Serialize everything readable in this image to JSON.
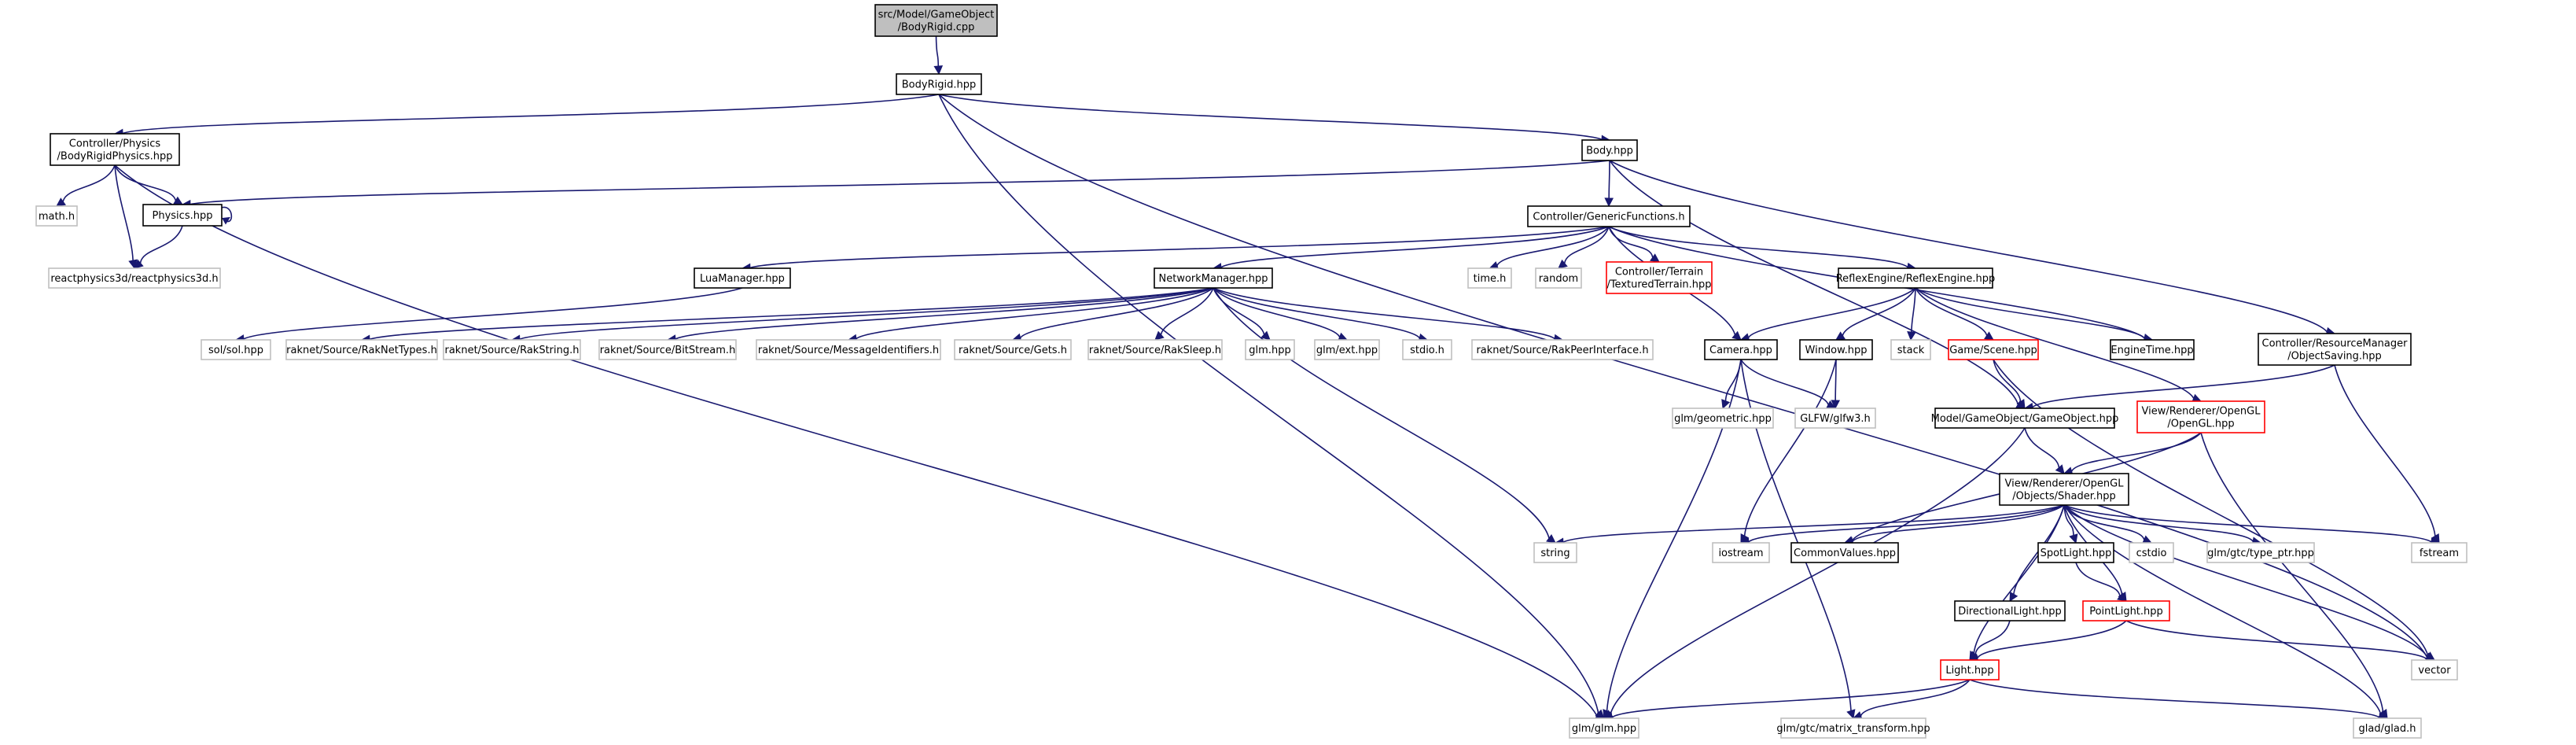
{
  "graph": {
    "root": "root",
    "nodes": [
      {
        "id": "root",
        "kind": "root",
        "lines": [
          "src/Model/GameObject",
          "/BodyRigid.cpp"
        ]
      },
      {
        "id": "bodyrigid_hpp",
        "kind": "normal",
        "lines": [
          "BodyRigid.hpp"
        ]
      },
      {
        "id": "bodyrigidphysics",
        "kind": "normal",
        "lines": [
          "Controller/Physics",
          "/BodyRigidPhysics.hpp"
        ]
      },
      {
        "id": "body_hpp",
        "kind": "normal",
        "lines": [
          "Body.hpp"
        ]
      },
      {
        "id": "math_h",
        "kind": "gray",
        "lines": [
          "math.h"
        ]
      },
      {
        "id": "physics_hpp",
        "kind": "normal",
        "lines": [
          "Physics.hpp"
        ]
      },
      {
        "id": "reactphysics3d",
        "kind": "gray",
        "lines": [
          "reactphysics3d/reactphysics3d.h"
        ]
      },
      {
        "id": "genericfunctions",
        "kind": "normal",
        "lines": [
          "Controller/GenericFunctions.h"
        ]
      },
      {
        "id": "luamanager",
        "kind": "normal",
        "lines": [
          "LuaManager.hpp"
        ]
      },
      {
        "id": "networkmanager",
        "kind": "normal",
        "lines": [
          "NetworkManager.hpp"
        ]
      },
      {
        "id": "time_h",
        "kind": "gray",
        "lines": [
          "time.h"
        ]
      },
      {
        "id": "random",
        "kind": "gray",
        "lines": [
          "random"
        ]
      },
      {
        "id": "texturedterrain",
        "kind": "red",
        "lines": [
          "Controller/Terrain",
          "/TexturedTerrain.hpp"
        ]
      },
      {
        "id": "reflexengine",
        "kind": "normal",
        "lines": [
          "ReflexEngine/ReflexEngine.hpp"
        ]
      },
      {
        "id": "objectsaving",
        "kind": "normal",
        "lines": [
          "Controller/ResourceManager",
          "/ObjectSaving.hpp"
        ]
      },
      {
        "id": "sol_hpp",
        "kind": "gray",
        "lines": [
          "sol/sol.hpp"
        ]
      },
      {
        "id": "raknettypes",
        "kind": "gray",
        "lines": [
          "raknet/Source/RakNetTypes.h"
        ]
      },
      {
        "id": "rakstring",
        "kind": "gray",
        "lines": [
          "raknet/Source/RakString.h"
        ]
      },
      {
        "id": "bitstream",
        "kind": "gray",
        "lines": [
          "raknet/Source/BitStream.h"
        ]
      },
      {
        "id": "messageidentifiers",
        "kind": "gray",
        "lines": [
          "raknet/Source/MessageIdentifiers.h"
        ]
      },
      {
        "id": "gets_h",
        "kind": "gray",
        "lines": [
          "raknet/Source/Gets.h"
        ]
      },
      {
        "id": "raksleep",
        "kind": "gray",
        "lines": [
          "raknet/Source/RakSleep.h"
        ]
      },
      {
        "id": "glm_hpp_short",
        "kind": "gray",
        "lines": [
          "glm.hpp"
        ]
      },
      {
        "id": "glm_ext",
        "kind": "gray",
        "lines": [
          "glm/ext.hpp"
        ]
      },
      {
        "id": "stdio_h",
        "kind": "gray",
        "lines": [
          "stdio.h"
        ]
      },
      {
        "id": "rakpeerinterface",
        "kind": "gray",
        "lines": [
          "raknet/Source/RakPeerInterface.h"
        ]
      },
      {
        "id": "camera_hpp",
        "kind": "normal",
        "lines": [
          "Camera.hpp"
        ]
      },
      {
        "id": "window_hpp",
        "kind": "normal",
        "lines": [
          "Window.hpp"
        ]
      },
      {
        "id": "stack",
        "kind": "gray",
        "lines": [
          "stack"
        ]
      },
      {
        "id": "scene_hpp",
        "kind": "red",
        "lines": [
          "Game/Scene.hpp"
        ]
      },
      {
        "id": "enginetime",
        "kind": "normal",
        "lines": [
          "EngineTime.hpp"
        ]
      },
      {
        "id": "glm_geometric",
        "kind": "gray",
        "lines": [
          "glm/geometric.hpp"
        ]
      },
      {
        "id": "glfw3",
        "kind": "gray",
        "lines": [
          "GLFW/glfw3.h"
        ]
      },
      {
        "id": "gameobject_hpp",
        "kind": "normal",
        "lines": [
          "Model/GameObject/GameObject.hpp"
        ]
      },
      {
        "id": "opengl_hpp",
        "kind": "red",
        "lines": [
          "View/Renderer/OpenGL",
          "/OpenGL.hpp"
        ]
      },
      {
        "id": "shader_hpp",
        "kind": "normal",
        "lines": [
          "View/Renderer/OpenGL",
          "/Objects/Shader.hpp"
        ]
      },
      {
        "id": "string",
        "kind": "gray",
        "lines": [
          "string"
        ]
      },
      {
        "id": "iostream",
        "kind": "gray",
        "lines": [
          "iostream"
        ]
      },
      {
        "id": "commonvalues",
        "kind": "normal",
        "lines": [
          "CommonValues.hpp"
        ]
      },
      {
        "id": "spotlight",
        "kind": "normal",
        "lines": [
          "SpotLight.hpp"
        ]
      },
      {
        "id": "cstdio",
        "kind": "gray",
        "lines": [
          "cstdio"
        ]
      },
      {
        "id": "type_ptr",
        "kind": "gray",
        "lines": [
          "glm/gtc/type_ptr.hpp"
        ]
      },
      {
        "id": "fstream",
        "kind": "gray",
        "lines": [
          "fstream"
        ]
      },
      {
        "id": "directionallight",
        "kind": "normal",
        "lines": [
          "DirectionalLight.hpp"
        ]
      },
      {
        "id": "pointlight",
        "kind": "red",
        "lines": [
          "PointLight.hpp"
        ]
      },
      {
        "id": "vector",
        "kind": "gray",
        "lines": [
          "vector"
        ]
      },
      {
        "id": "light_hpp",
        "kind": "red",
        "lines": [
          "Light.hpp"
        ]
      },
      {
        "id": "glm_glm",
        "kind": "gray",
        "lines": [
          "glm/glm.hpp"
        ]
      },
      {
        "id": "matrix_transform",
        "kind": "gray",
        "lines": [
          "glm/gtc/matrix_transform.hpp"
        ]
      },
      {
        "id": "glad",
        "kind": "gray",
        "lines": [
          "glad/glad.h"
        ]
      }
    ],
    "edges": [
      [
        "root",
        "bodyrigid_hpp"
      ],
      [
        "bodyrigid_hpp",
        "bodyrigidphysics"
      ],
      [
        "bodyrigid_hpp",
        "body_hpp"
      ],
      [
        "bodyrigid_hpp",
        "glm_glm"
      ],
      [
        "bodyrigid_hpp",
        "vector"
      ],
      [
        "bodyrigidphysics",
        "math_h"
      ],
      [
        "bodyrigidphysics",
        "physics_hpp"
      ],
      [
        "bodyrigidphysics",
        "reactphysics3d"
      ],
      [
        "bodyrigidphysics",
        "glm_glm"
      ],
      [
        "physics_hpp",
        "physics_hpp"
      ],
      [
        "physics_hpp",
        "reactphysics3d"
      ],
      [
        "body_hpp",
        "physics_hpp"
      ],
      [
        "body_hpp",
        "genericfunctions"
      ],
      [
        "body_hpp",
        "objectsaving"
      ],
      [
        "body_hpp",
        "gameobject_hpp"
      ],
      [
        "genericfunctions",
        "luamanager"
      ],
      [
        "genericfunctions",
        "networkmanager"
      ],
      [
        "genericfunctions",
        "time_h"
      ],
      [
        "genericfunctions",
        "random"
      ],
      [
        "genericfunctions",
        "texturedterrain"
      ],
      [
        "genericfunctions",
        "reflexengine"
      ],
      [
        "genericfunctions",
        "camera_hpp"
      ],
      [
        "genericfunctions",
        "enginetime"
      ],
      [
        "luamanager",
        "sol_hpp"
      ],
      [
        "networkmanager",
        "raknettypes"
      ],
      [
        "networkmanager",
        "rakstring"
      ],
      [
        "networkmanager",
        "bitstream"
      ],
      [
        "networkmanager",
        "messageidentifiers"
      ],
      [
        "networkmanager",
        "gets_h"
      ],
      [
        "networkmanager",
        "raksleep"
      ],
      [
        "networkmanager",
        "glm_hpp_short"
      ],
      [
        "networkmanager",
        "glm_ext"
      ],
      [
        "networkmanager",
        "stdio_h"
      ],
      [
        "networkmanager",
        "rakpeerinterface"
      ],
      [
        "networkmanager",
        "string"
      ],
      [
        "reflexengine",
        "camera_hpp"
      ],
      [
        "reflexengine",
        "window_hpp"
      ],
      [
        "reflexengine",
        "stack"
      ],
      [
        "reflexengine",
        "scene_hpp"
      ],
      [
        "reflexengine",
        "enginetime"
      ],
      [
        "reflexengine",
        "opengl_hpp"
      ],
      [
        "camera_hpp",
        "glm_geometric"
      ],
      [
        "camera_hpp",
        "glfw3"
      ],
      [
        "camera_hpp",
        "glm_glm"
      ],
      [
        "camera_hpp",
        "matrix_transform"
      ],
      [
        "window_hpp",
        "glfw3"
      ],
      [
        "window_hpp",
        "iostream"
      ],
      [
        "scene_hpp",
        "gameobject_hpp"
      ],
      [
        "scene_hpp",
        "vector"
      ],
      [
        "objectsaving",
        "gameobject_hpp"
      ],
      [
        "objectsaving",
        "fstream"
      ],
      [
        "gameobject_hpp",
        "shader_hpp"
      ],
      [
        "gameobject_hpp",
        "glm_glm"
      ],
      [
        "opengl_hpp",
        "shader_hpp"
      ],
      [
        "opengl_hpp",
        "commonvalues"
      ],
      [
        "opengl_hpp",
        "glad"
      ],
      [
        "shader_hpp",
        "string"
      ],
      [
        "shader_hpp",
        "iostream"
      ],
      [
        "shader_hpp",
        "commonvalues"
      ],
      [
        "shader_hpp",
        "spotlight"
      ],
      [
        "shader_hpp",
        "cstdio"
      ],
      [
        "shader_hpp",
        "type_ptr"
      ],
      [
        "shader_hpp",
        "fstream"
      ],
      [
        "shader_hpp",
        "directionallight"
      ],
      [
        "shader_hpp",
        "pointlight"
      ],
      [
        "shader_hpp",
        "light_hpp"
      ],
      [
        "shader_hpp",
        "vector"
      ],
      [
        "shader_hpp",
        "glad"
      ],
      [
        "spotlight",
        "pointlight"
      ],
      [
        "directionallight",
        "light_hpp"
      ],
      [
        "pointlight",
        "light_hpp"
      ],
      [
        "pointlight",
        "vector"
      ],
      [
        "light_hpp",
        "glm_glm"
      ],
      [
        "light_hpp",
        "matrix_transform"
      ],
      [
        "light_hpp",
        "glad"
      ]
    ]
  }
}
